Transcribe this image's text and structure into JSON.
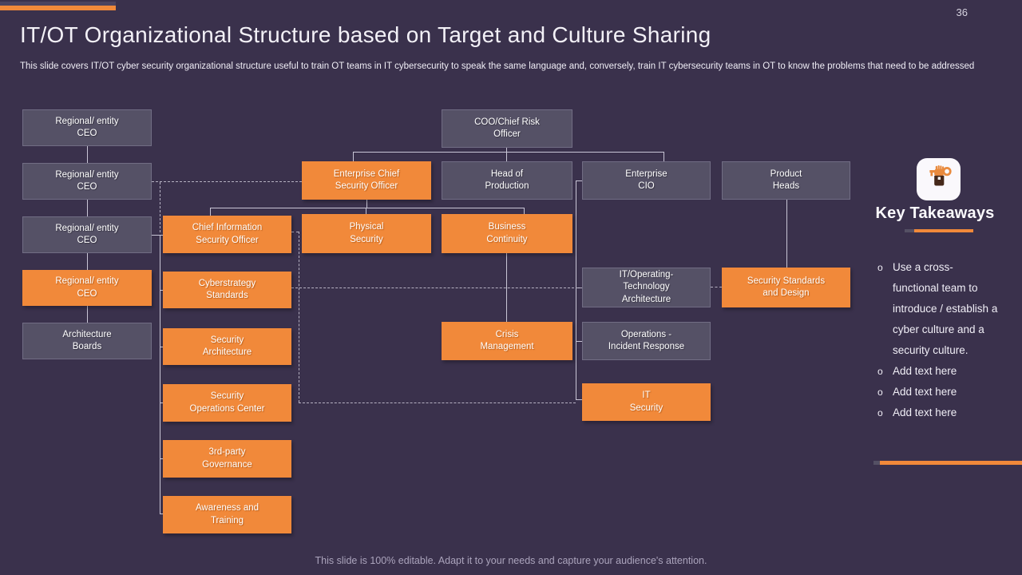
{
  "slide": {
    "page_number": "36",
    "footer_note": "This slide is 100% editable. Adapt it to your needs and capture your audience's attention."
  },
  "header": {
    "title": "IT/OT Organizational Structure based on Target and Culture Sharing",
    "description": "This slide covers IT/OT cyber security organizational structure useful to train OT teams in IT cybersecurity to speak the same language and, conversely, train IT cybersecurity teams in OT to know the problems that need to be addressed"
  },
  "colors": {
    "background": "#3A314C",
    "accent_orange": "#F1893A",
    "node_gray": "#555166",
    "connector_line": "#C9C6D6"
  },
  "org": {
    "regional_ceo_1": "Regional/ entity\nCEO",
    "regional_ceo_2": "Regional/ entity\nCEO",
    "regional_ceo_3": "Regional/ entity\nCEO",
    "regional_ceo_4": "Regional/ entity\nCEO",
    "architecture_boards": "Architecture\nBoards",
    "ciso": "Chief Information\nSecurity Officer",
    "cyberstrategy_standards": "Cyberstrategy\nStandards",
    "security_architecture": "Security\nArchitecture",
    "security_operations_center": "Security\nOperations Center",
    "third_party_governance": "3rd-party\nGovernance",
    "awareness_training": "Awareness and\nTraining",
    "enterprise_cso": "Enterprise Chief\nSecurity Officer",
    "physical_security": "Physical\nSecurity",
    "coo_chief_risk": "COO/Chief Risk\nOfficer",
    "head_of_production": "Head of\nProduction",
    "business_continuity": "Business\nContinuity",
    "crisis_management": "Crisis\nManagement",
    "enterprise_cio": "Enterprise\nCIO",
    "itot_architecture": "IT/Operating-\nTechnology\nArchitecture",
    "operations_incident_response": "Operations -\nIncident Response",
    "it_security": "IT\nSecurity",
    "product_heads": "Product\nHeads",
    "security_standards_design": "Security Standards\nand Design"
  },
  "takeaways": {
    "heading": "Key Takeaways",
    "icon": "hand-holding-key",
    "bullet_marker": "o",
    "bullets": [
      "Use a cross-functional team to introduce / establish a cyber culture and a security culture.",
      "Add text here",
      "Add text here",
      "Add text here"
    ]
  }
}
